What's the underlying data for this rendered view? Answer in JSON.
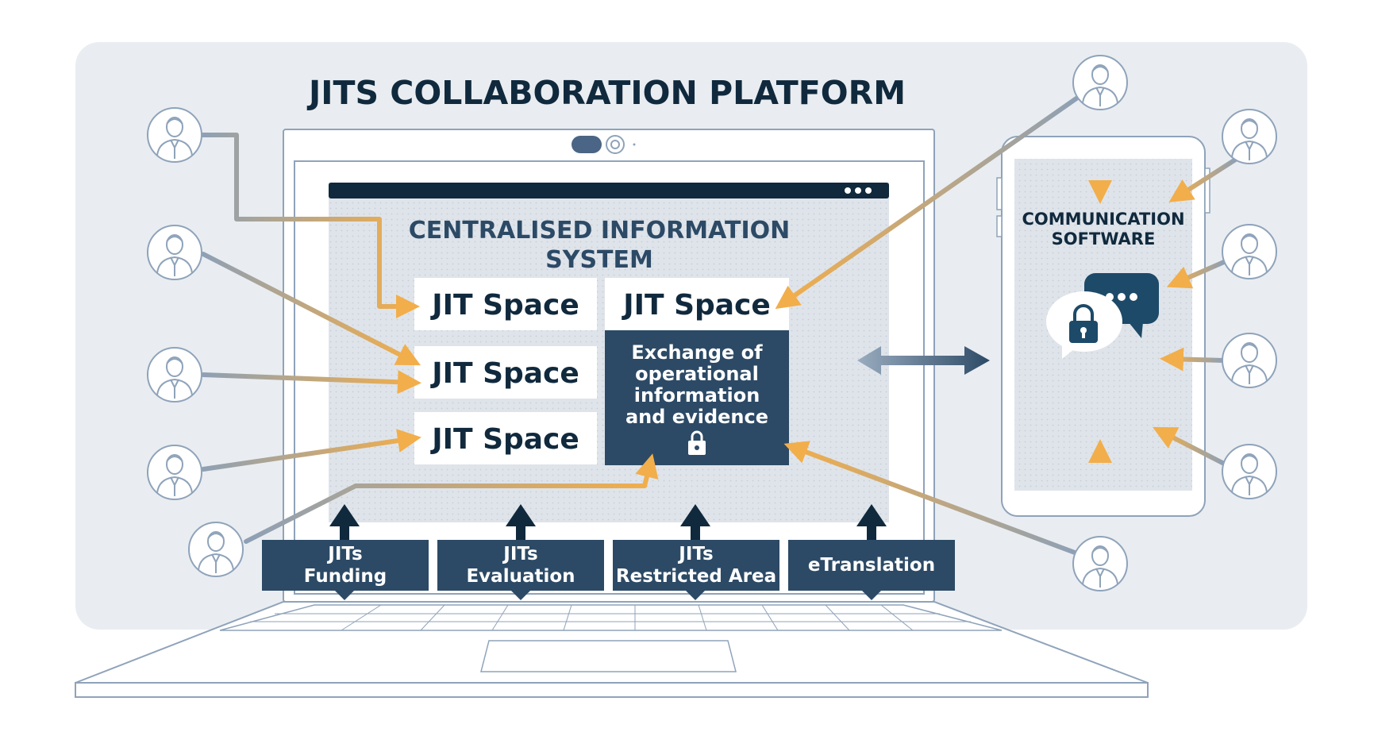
{
  "title": "JITS COLLABORATION PLATFORM",
  "cis": {
    "title_line1": "CENTRALISED INFORMATION",
    "title_line2": "SYSTEM",
    "spaces": [
      "JIT Space",
      "JIT Space",
      "JIT Space",
      "JIT Space"
    ],
    "exchange_lines": [
      "Exchange of",
      "operational",
      "information",
      "and evidence"
    ]
  },
  "modules": [
    {
      "line1": "JITs",
      "line2": "Funding"
    },
    {
      "line1": "JITs",
      "line2": "Evaluation"
    },
    {
      "line1": "JITs",
      "line2": "Restricted Area"
    },
    {
      "line1": "eTranslation",
      "line2": ""
    }
  ],
  "comm": {
    "line1": "COMMUNICATION",
    "line2": "SOFTWARE"
  },
  "icons": [
    "person-icon",
    "lock-icon",
    "chat-bubble-icon",
    "double-arrow-icon",
    "webcam-icon"
  ],
  "colors": {
    "navy": "#2c4a66",
    "dark_navy": "#10293d",
    "orange": "#f2ae4a",
    "panel_bg": "#e9edf1",
    "screen_bg": "#dfe4ea",
    "outline": "#8fa3ba"
  }
}
